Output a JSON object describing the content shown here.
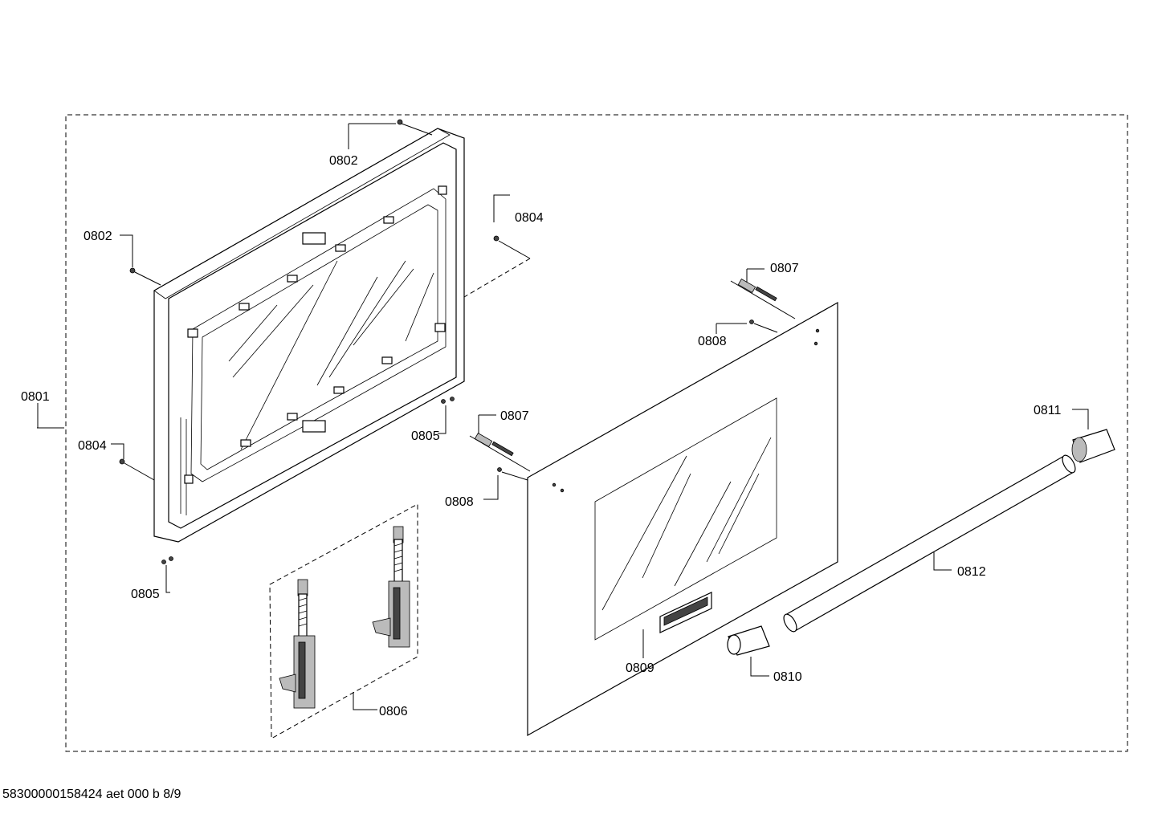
{
  "footer": {
    "doc_code": "58300000158424 aet 000 b 8/9"
  },
  "callouts": {
    "c0801": "0801",
    "c0802a": "0802",
    "c0802b": "0802",
    "c0804a": "0804",
    "c0804b": "0804",
    "c0805a": "0805",
    "c0805b": "0805",
    "c0806": "0806",
    "c0807a": "0807",
    "c0807b": "0807",
    "c0808a": "0808",
    "c0808b": "0808",
    "c0809": "0809",
    "c0810": "0810",
    "c0811": "0811",
    "c0812": "0812"
  }
}
